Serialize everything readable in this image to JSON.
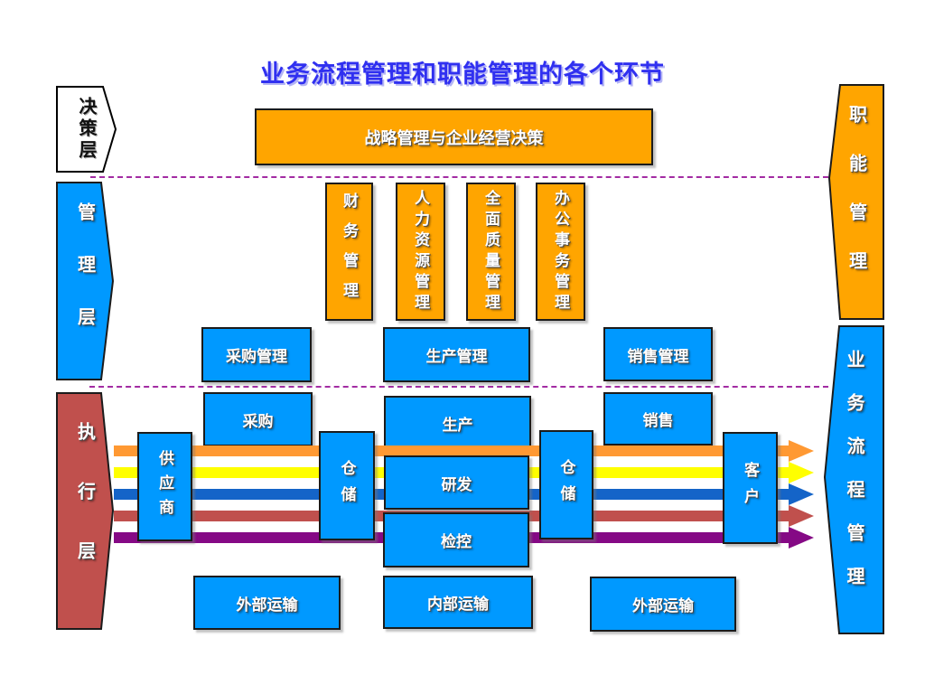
{
  "title": "业务流程管理和职能管理的各个环节",
  "left_layers": {
    "decision": "决策层",
    "management": "管理层",
    "execution": "执行层"
  },
  "right_layers": {
    "functional": "职能管理",
    "process": "业务流程管理"
  },
  "strategy_box": {
    "label": "战略管理与企业经营决策"
  },
  "function_columns": [
    "财务管理",
    "人力资源管理",
    "全面质量管理",
    "办公事务管理"
  ],
  "management_row": [
    "采购管理",
    "生产管理",
    "销售管理"
  ],
  "execution_row": [
    "采购",
    "生产",
    "销售"
  ],
  "flow_nodes": {
    "supplier": "供应商",
    "warehouse_in": "仓储",
    "rnd": "研发",
    "inspection": "检控",
    "warehouse_out": "仓储",
    "customer": "客户"
  },
  "transport_row": [
    "外部运输",
    "内部运输",
    "外部运输"
  ],
  "colors": {
    "box_blue": "#0099FF",
    "box_orange": "#FFA500",
    "execution_red": "#C0504D",
    "decision_white": "#FFFFFF",
    "title_blue": "#3030F0",
    "divider_purple": "#A32CA3",
    "border_black": "#1B1B1B"
  },
  "flow_arrows": [
    {
      "name": "flow-orange",
      "color": "#FF9933"
    },
    {
      "name": "flow-yellow",
      "color": "#FFFF00"
    },
    {
      "name": "flow-blue",
      "color": "#1464C8"
    },
    {
      "name": "flow-red",
      "color": "#C0504D"
    },
    {
      "name": "flow-purple",
      "color": "#850985"
    }
  ]
}
